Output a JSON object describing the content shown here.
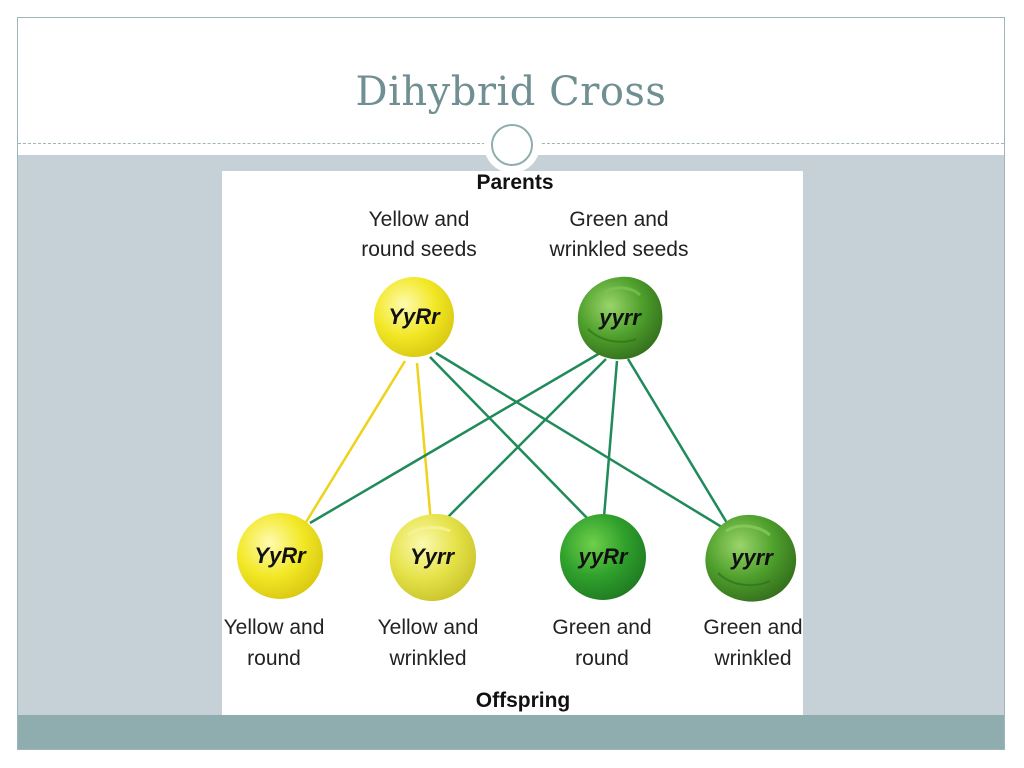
{
  "slide": {
    "title": "Dihybrid Cross"
  },
  "diagram": {
    "parents_heading": "Parents",
    "offspring_heading": "Offspring",
    "parents": [
      {
        "genotype": "YyRr",
        "label_line1": "Yellow and",
        "label_line2": "round seeds",
        "color": "#f2e826"
      },
      {
        "genotype": "yyrr",
        "label_line1": "Green and",
        "label_line2": "wrinkled seeds",
        "color": "#4e9f2c"
      }
    ],
    "offspring": [
      {
        "genotype": "YyRr",
        "label_line1": "Yellow and",
        "label_line2": "round",
        "color": "#f2e826"
      },
      {
        "genotype": "Yyrr",
        "label_line1": "Yellow and",
        "label_line2": "wrinkled",
        "color": "#e6e34a"
      },
      {
        "genotype": "yyRr",
        "label_line1": "Green and",
        "label_line2": "round",
        "color": "#2fa02c"
      },
      {
        "genotype": "yyrr",
        "label_line1": "Green and",
        "label_line2": "wrinkled",
        "color": "#4e9f2c"
      }
    ],
    "line_colors": {
      "yellow": "#efd21b",
      "green": "#1f8a5a"
    }
  }
}
